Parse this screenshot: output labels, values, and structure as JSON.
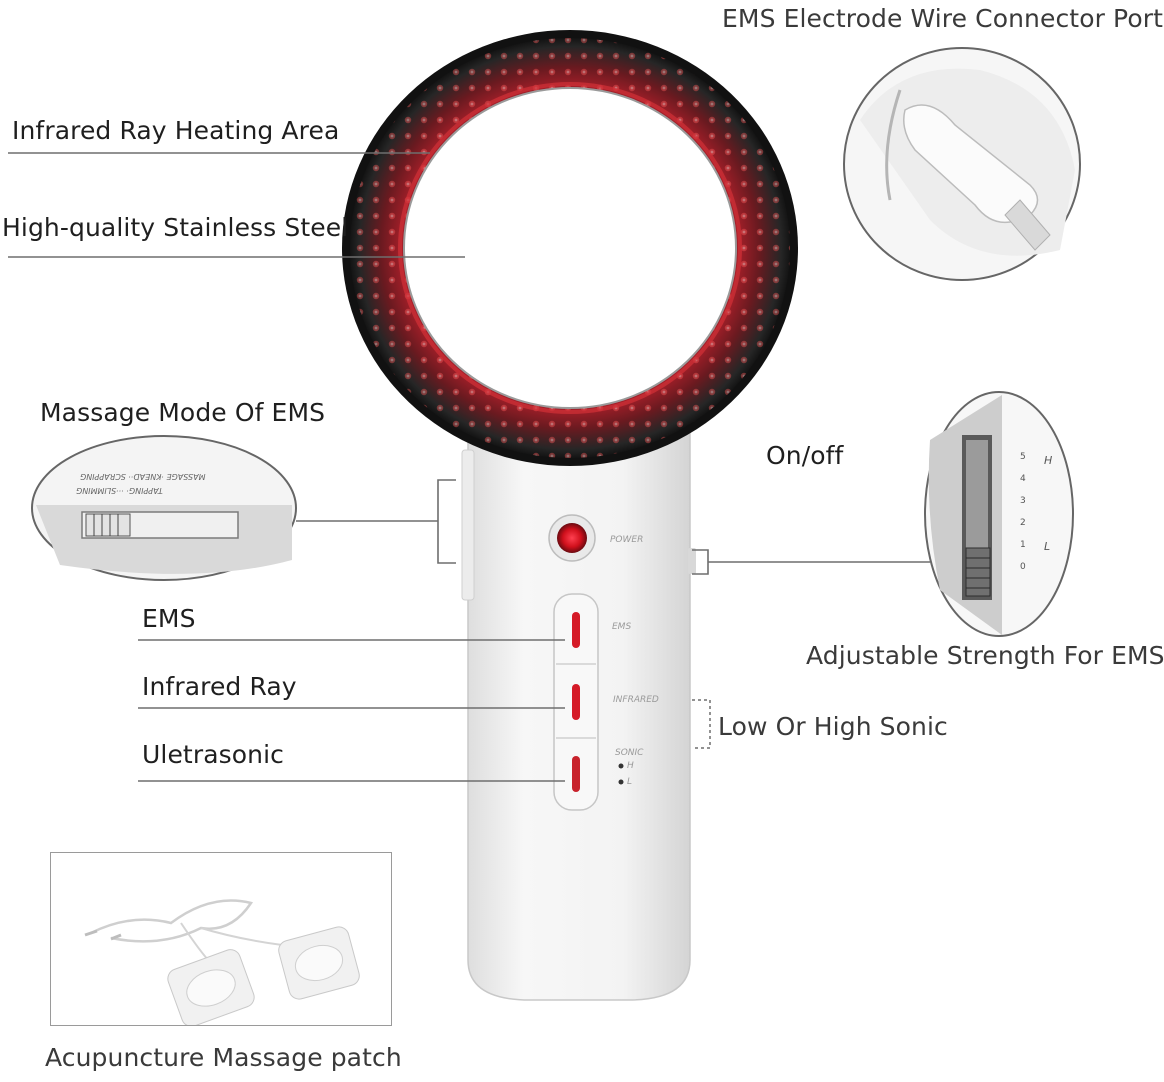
{
  "labels": {
    "connector_port": "EMS Electrode Wire Connector Port",
    "infrared_heating": "Infrared Ray Heating Area",
    "stainless_steel": "High-quality Stainless Steel",
    "massage_mode": "Massage Mode Of EMS",
    "on_off": "On/off",
    "adjustable_strength": "Adjustable Strength For EMS",
    "ems": "EMS",
    "infrared_ray": "Infrared Ray",
    "uletrasonic": "Uletrasonic",
    "low_high_sonic": "Low Or High Sonic",
    "acupuncture_patch": "Acupuncture Massage patch"
  },
  "device_text": {
    "power": "POWER",
    "ems": "EMS",
    "infrared": "INFRARED",
    "sonic": "SONIC",
    "sonic_h": "H",
    "sonic_l": "L"
  },
  "mode_panel": {
    "line1": "MASSAGE ·KNEAD·· SCRAPPING",
    "line2": "TAPPING· ···SLIMMING"
  },
  "strength_scale": {
    "levels": [
      "5",
      "4",
      "3",
      "2",
      "1",
      "0"
    ],
    "high": "H",
    "low": "L"
  },
  "colors": {
    "led_red": "#e02030",
    "ring_dark": "#2a2a2a",
    "body_white": "#f4f4f4",
    "label_text": "#1f1f1f"
  }
}
